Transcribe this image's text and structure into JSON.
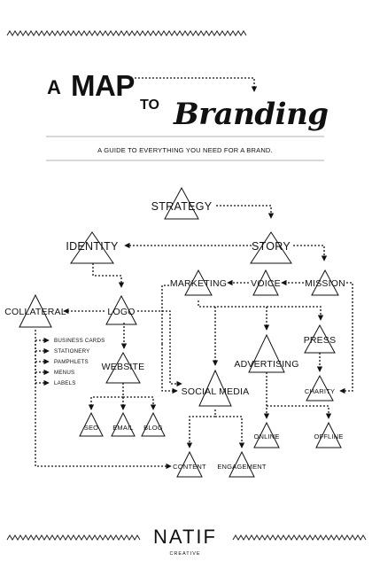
{
  "header": {
    "title_a": "A",
    "title_map": "MAP",
    "title_to": "TO",
    "title_branding": "Branding",
    "subtitle": "A GUIDE TO EVERYTHING YOU NEED FOR A BRAND."
  },
  "nodes": {
    "strategy": "STRATEGY",
    "identity": "IDENTITY",
    "story": "STORY",
    "marketing": "MARKETING",
    "voice": "VOICE",
    "mission": "MISSION",
    "collateral": "COLLATERAL",
    "logo": "LOGO",
    "press": "PRESS",
    "website": "WEBSITE",
    "advertising": "ADVERTISING",
    "social_media": "SOCIAL MEDIA",
    "charity": "CHARITY",
    "seo": "SEO",
    "email": "EMAIL",
    "blog": "BLOG",
    "online": "ONLINE",
    "offline": "OFFLINE",
    "content": "CONTENT",
    "engagement": "ENGAGEMENT"
  },
  "collateral_items": [
    "BUSINESS CARDS",
    "STATIONERY",
    "PAMPHLETS",
    "MENUS",
    "LABELS"
  ],
  "footer": {
    "logo": "NATIF",
    "logo_sub": "CREATIVE"
  }
}
